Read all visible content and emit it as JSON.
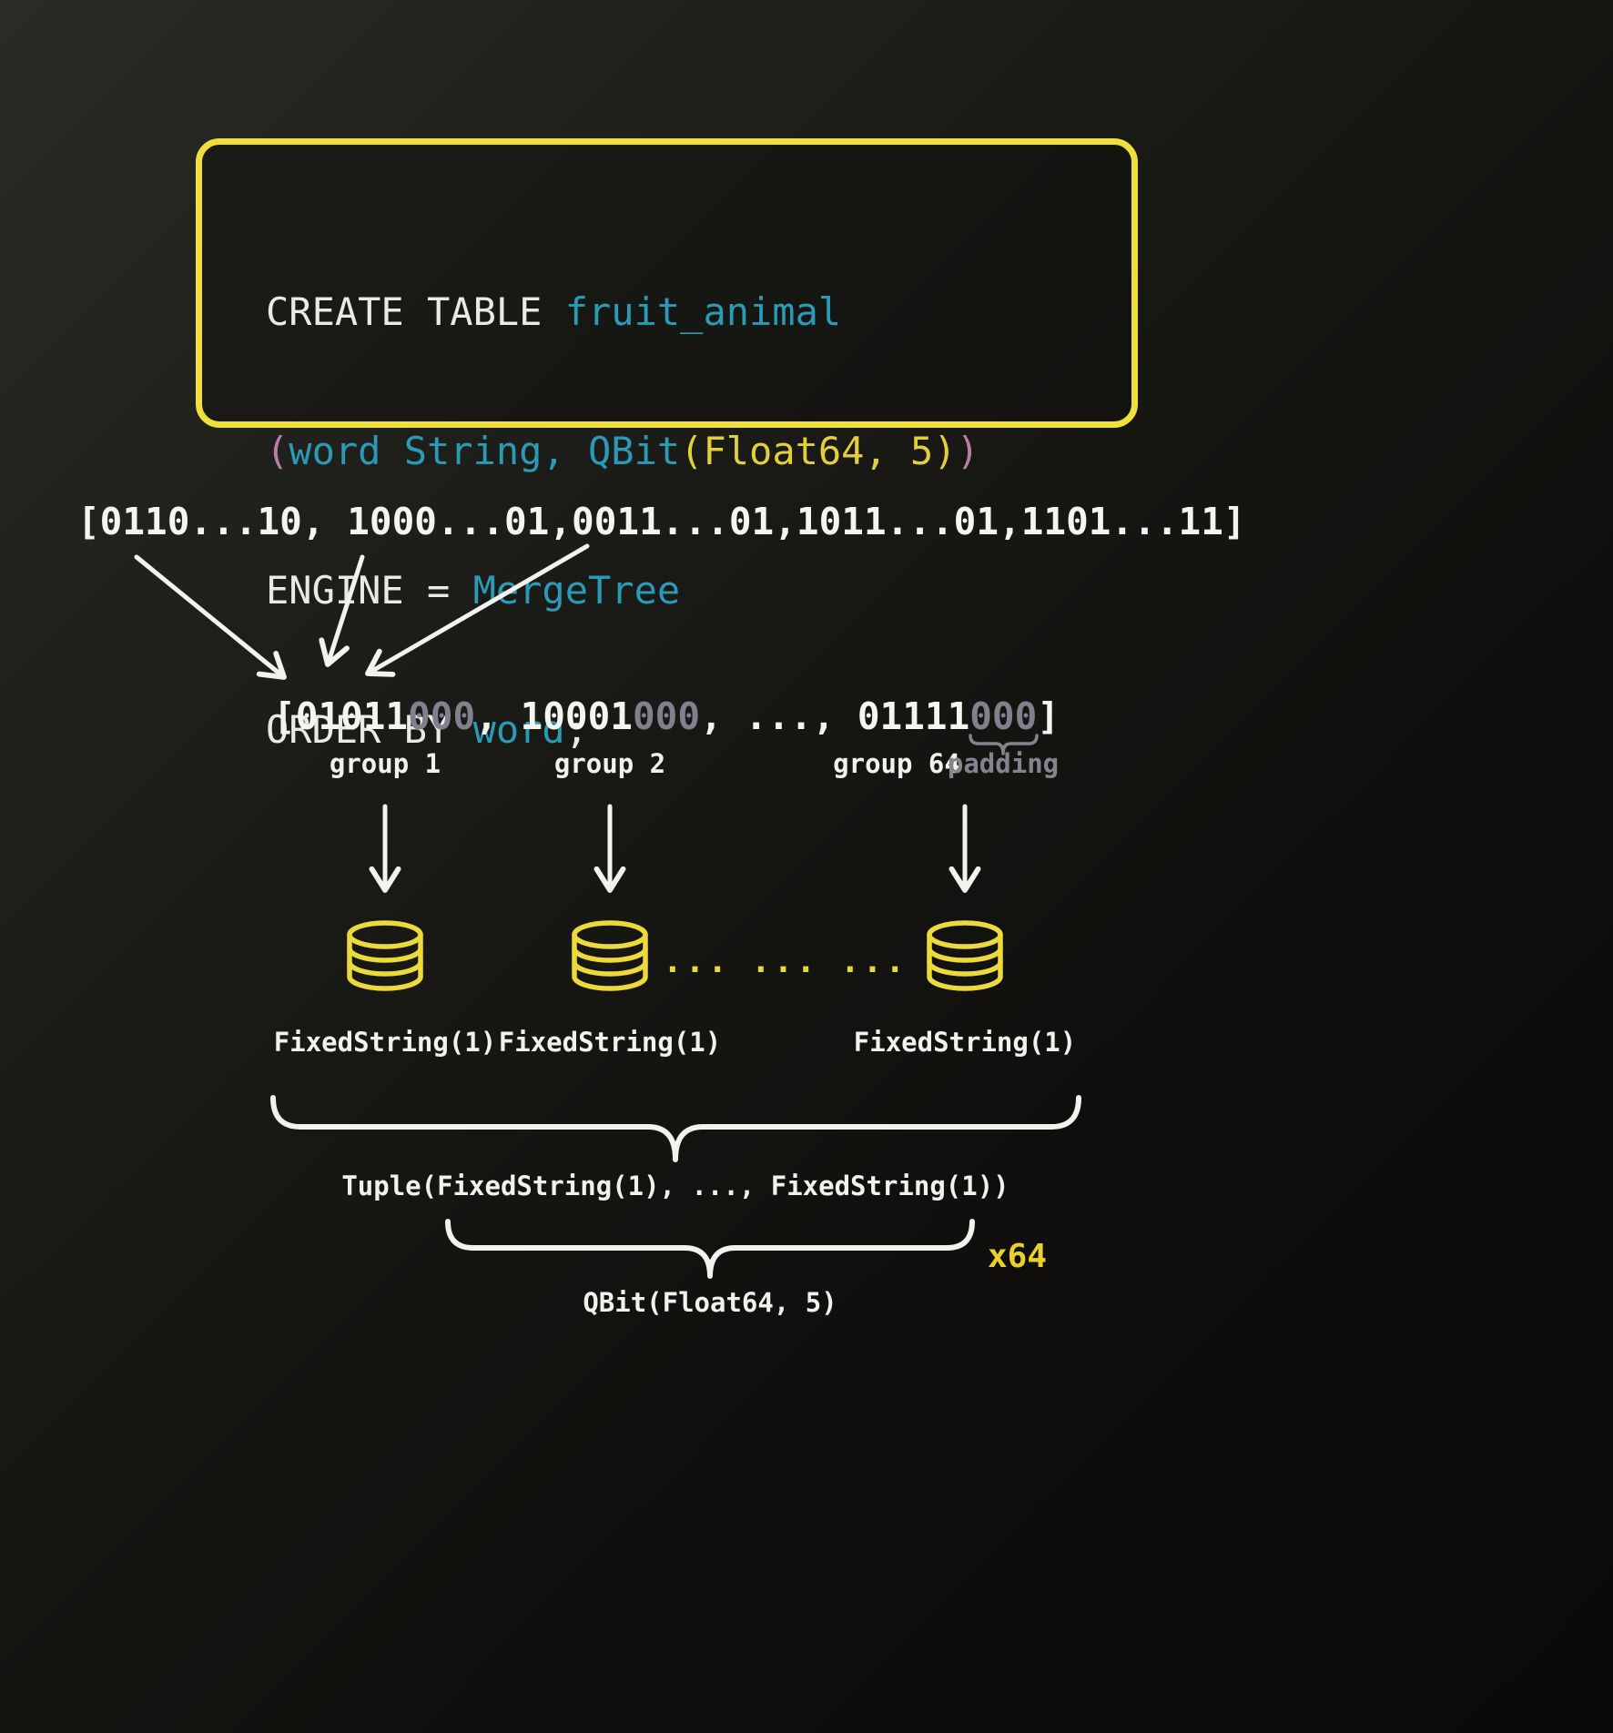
{
  "sql": {
    "line1": {
      "keyword": "CREATE TABLE ",
      "table": "fruit_animal"
    },
    "line2": {
      "open_paren": "(",
      "columns": "word String, QBit",
      "inner": "(Float64, 5)",
      "close_paren": ")"
    },
    "line3": {
      "keyword": "ENGINE = ",
      "engine": "MergeTree"
    },
    "line4": {
      "keyword": "ORDER BY ",
      "column": "word",
      "semicolon": ";"
    }
  },
  "bit_vector": "[0110...10, 1000...01,0011...01,1011...01,1101...11]",
  "grouped": {
    "open": "[",
    "group1_bits": "01011",
    "group1_padding": "000",
    "sep1": ", ",
    "group2_bits": "10001",
    "group2_padding": "000",
    "sep2": ", ..., ",
    "group64_bits": "01111",
    "group64_padding": "000",
    "close": "]"
  },
  "labels": {
    "group1": "group 1",
    "group2": "group 2",
    "group64": "group 64",
    "padding": "padding",
    "fixed_string": "FixedString(1)",
    "ellipsis": "...",
    "tuple": "Tuple(FixedString(1), ..., FixedString(1))",
    "qbit": "QBit(Float64, 5)",
    "x64": "x64"
  },
  "colors": {
    "background": "#0c0c0a",
    "accent_yellow": "#f0df3a",
    "code_teal": "#2a9ab6",
    "code_yellow": "#e3cf3a",
    "code_pink": "#b57fa6",
    "muted_gray": "#84848f",
    "text_white": "#f2f2ef"
  }
}
